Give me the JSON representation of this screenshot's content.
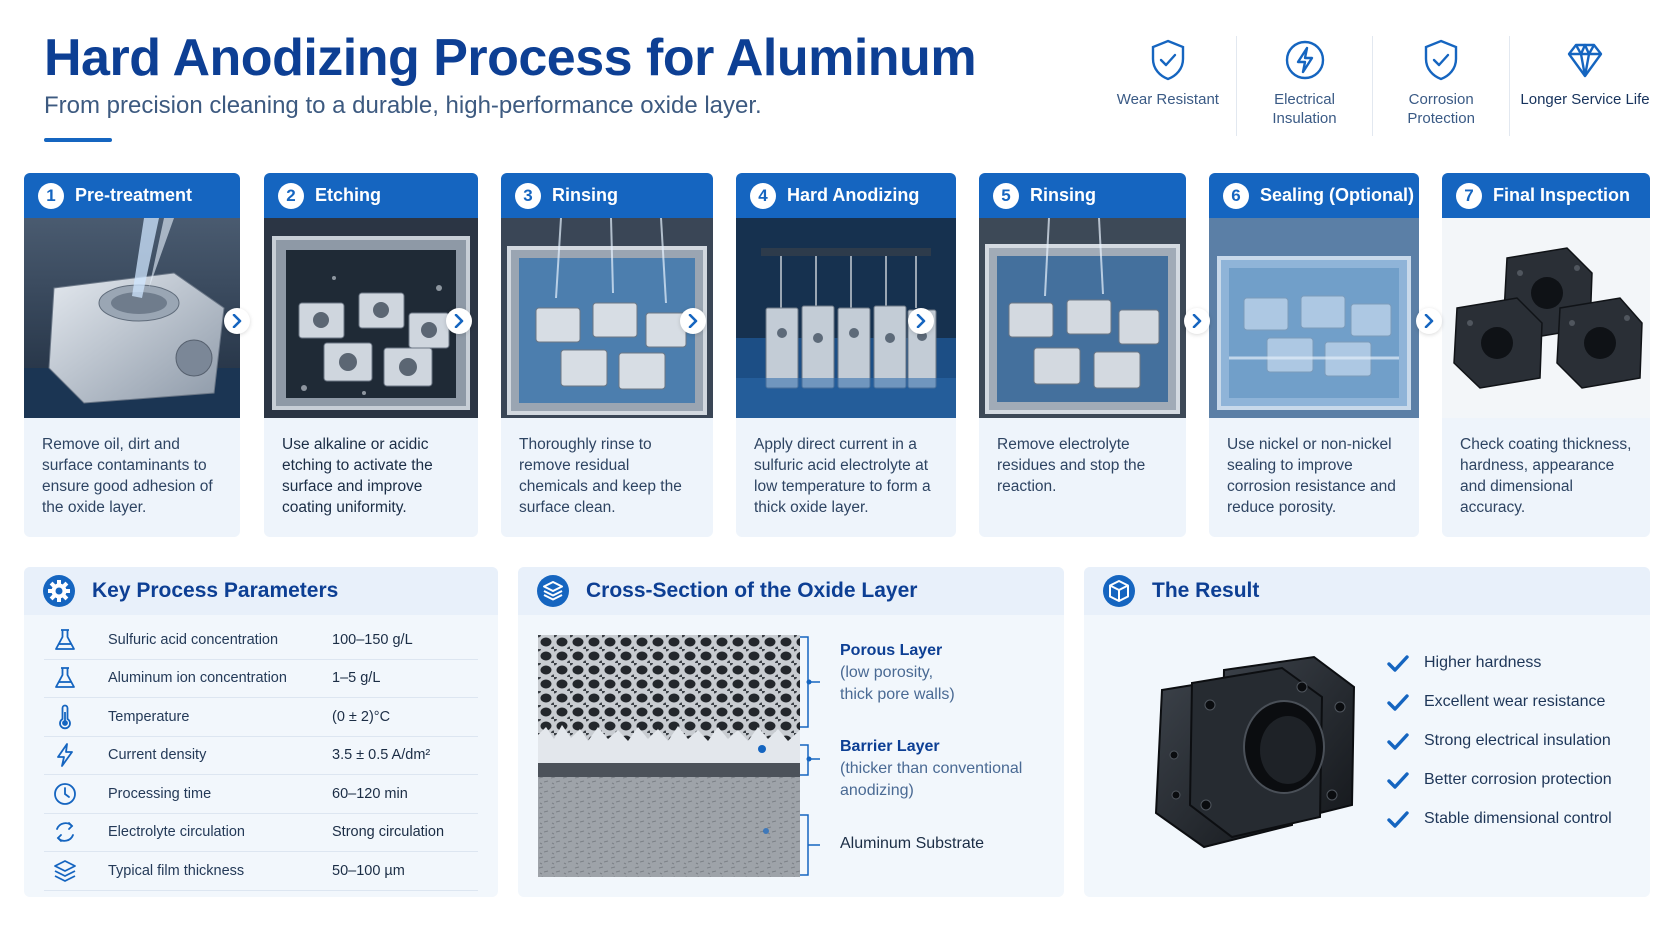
{
  "header": {
    "title": "Hard Anodizing Process for Aluminum",
    "subtitle": "From precision cleaning to a durable, high-performance oxide layer."
  },
  "benefits": [
    {
      "icon": "shield-icon",
      "label": "Wear Resistant"
    },
    {
      "icon": "lightning-shield-icon",
      "label": "Electrical Insulation"
    },
    {
      "icon": "shield-check-icon",
      "label": "Corrosion Protection"
    },
    {
      "icon": "diamond-icon",
      "label": "Longer Service Life"
    }
  ],
  "steps": [
    {
      "num": "1",
      "title": "Pre-treatment",
      "desc": "Remove oil, dirt and surface contaminants to ensure good adhesion of the oxide layer."
    },
    {
      "num": "2",
      "title": "Etching",
      "desc": "Use alkaline or acidic etching to activate the surface and improve coating uniformity."
    },
    {
      "num": "3",
      "title": "Rinsing",
      "desc": "Thoroughly rinse to remove residual chemicals and keep the surface clean."
    },
    {
      "num": "4",
      "title": "Hard Anodizing",
      "desc": "Apply direct current in a sulfuric acid electrolyte at low temperature to form a thick oxide layer."
    },
    {
      "num": "5",
      "title": "Rinsing",
      "desc": "Remove electrolyte residues and stop the reaction."
    },
    {
      "num": "6",
      "title": "Sealing (Optional)",
      "desc": "Use nickel or non-nickel sealing to improve corrosion resistance and reduce porosity."
    },
    {
      "num": "7",
      "title": "Final Inspection",
      "desc": "Check coating thickness, hardness, appearance and dimensional accuracy."
    }
  ],
  "parameters": {
    "title": "Key Process Parameters",
    "rows": [
      {
        "icon": "flask-icon",
        "name": "Sulfuric acid concentration",
        "value": "100–150 g/L"
      },
      {
        "icon": "flask-icon",
        "name": "Aluminum ion concentration",
        "value": "1–5 g/L"
      },
      {
        "icon": "thermometer-icon",
        "name": "Temperature",
        "value": "(0 ± 2)°C"
      },
      {
        "icon": "lightning-icon",
        "name": "Current density",
        "value": "3.5 ± 0.5 A/dm²"
      },
      {
        "icon": "clock-icon",
        "name": "Processing time",
        "value": "60–120 min"
      },
      {
        "icon": "circulation-icon",
        "name": "Electrolyte circulation",
        "value": "Strong circulation"
      },
      {
        "icon": "layers-icon",
        "name": "Typical film thickness",
        "value": "50–100 µm"
      }
    ]
  },
  "cross_section": {
    "title": "Cross-Section of the Oxide Layer",
    "porous_title": "Porous Layer",
    "porous_line1": "(low porosity,",
    "porous_line2": "thick pore walls)",
    "barrier_title": "Barrier Layer",
    "barrier_line1": "(thicker than conventional",
    "barrier_line2": "anodizing)",
    "substrate": "Aluminum Substrate"
  },
  "result": {
    "title": "The Result",
    "items": [
      "Higher hardness",
      "Excellent wear resistance",
      "Strong electrical insulation",
      "Better corrosion protection",
      "Stable dimensional control"
    ]
  },
  "colors": {
    "primary": "#1565c0",
    "title": "#0d3f94",
    "panel": "#eef4fb"
  }
}
